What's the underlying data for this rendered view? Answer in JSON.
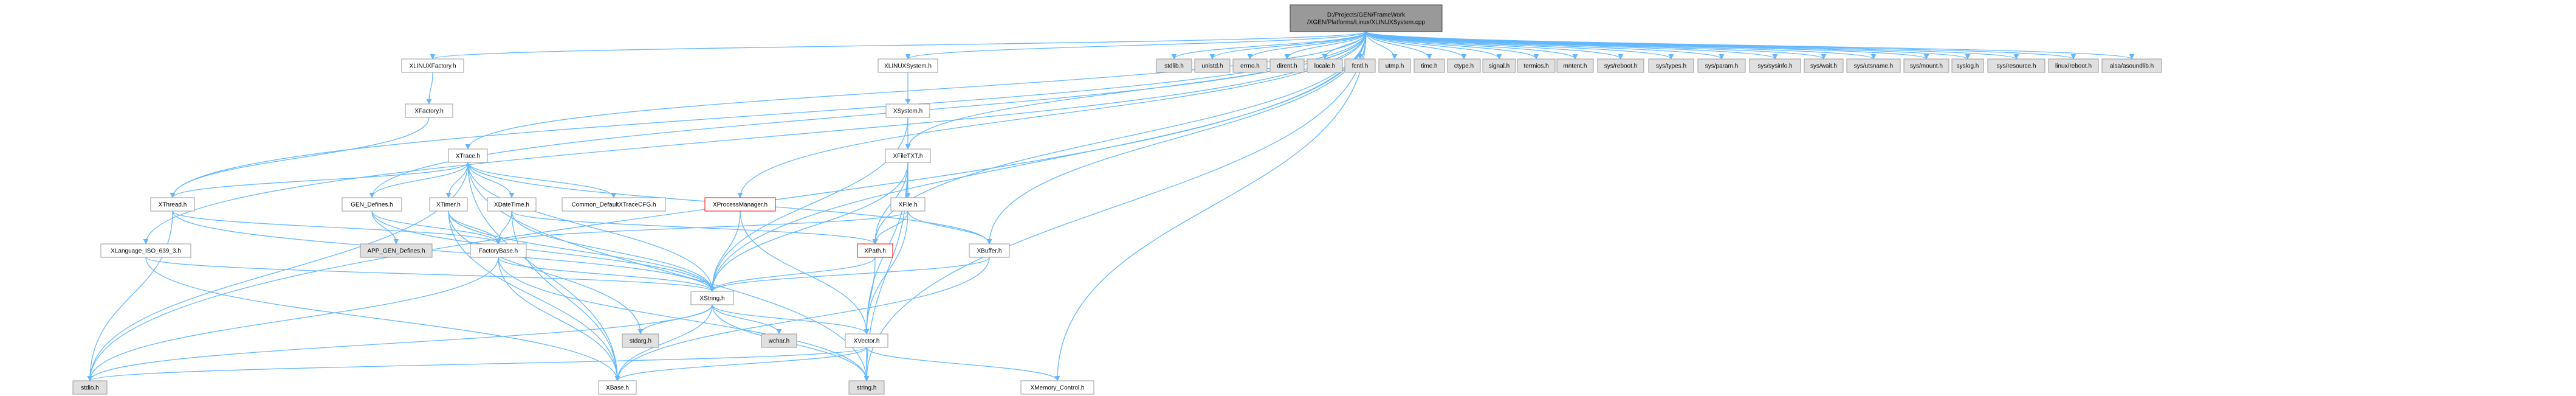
{
  "graph": {
    "root": "D:/Projects/GEN/FrameWork/XGEN/Platforms/Linux/XLINUXSystem.cpp",
    "colors": {
      "root_fill": "#999999",
      "system_fill": "#e0e0e0",
      "node_fill": "#ffffff",
      "node_border": "#999999",
      "missing_border": "#ff0000",
      "edge": "#63b8ff",
      "edge_dark": "#404040"
    },
    "nodes": [
      {
        "id": "root",
        "label": "D:/Projects/GEN/FrameWork\n/XGEN/Platforms/Linux/XLINUXSystem.cpp",
        "kind": "root"
      },
      {
        "id": "stdlib",
        "label": "stdlib.h",
        "kind": "system"
      },
      {
        "id": "unistd",
        "label": "unistd.h",
        "kind": "system"
      },
      {
        "id": "errno",
        "label": "errno.h",
        "kind": "system"
      },
      {
        "id": "dirent",
        "label": "dirent.h",
        "kind": "system"
      },
      {
        "id": "locale",
        "label": "locale.h",
        "kind": "system"
      },
      {
        "id": "fcntl",
        "label": "fcntl.h",
        "kind": "system"
      },
      {
        "id": "utmp",
        "label": "utmp.h",
        "kind": "system"
      },
      {
        "id": "time",
        "label": "time.h",
        "kind": "system"
      },
      {
        "id": "ctype",
        "label": "ctype.h",
        "kind": "system"
      },
      {
        "id": "signal",
        "label": "signal.h",
        "kind": "system"
      },
      {
        "id": "termios",
        "label": "termios.h",
        "kind": "system"
      },
      {
        "id": "mntent",
        "label": "mntent.h",
        "kind": "system"
      },
      {
        "id": "sysreboot",
        "label": "sys/reboot.h",
        "kind": "system"
      },
      {
        "id": "systypes",
        "label": "sys/types.h",
        "kind": "system"
      },
      {
        "id": "sysparam",
        "label": "sys/param.h",
        "kind": "system"
      },
      {
        "id": "syssysinfo",
        "label": "sys/sysinfo.h",
        "kind": "system"
      },
      {
        "id": "syswait",
        "label": "sys/wait.h",
        "kind": "system"
      },
      {
        "id": "sysutsname",
        "label": "sys/utsname.h",
        "kind": "system"
      },
      {
        "id": "sysmount",
        "label": "sys/mount.h",
        "kind": "system"
      },
      {
        "id": "syslog",
        "label": "syslog.h",
        "kind": "system"
      },
      {
        "id": "sysresource",
        "label": "sys/resource.h",
        "kind": "system"
      },
      {
        "id": "linuxreboot",
        "label": "linux/reboot.h",
        "kind": "system"
      },
      {
        "id": "alsa",
        "label": "alsa/asoundlib.h",
        "kind": "system"
      },
      {
        "id": "xlinuxfactory",
        "label": "XLINUXFactory.h",
        "kind": "node"
      },
      {
        "id": "xfactory",
        "label": "XFactory.h",
        "kind": "node"
      },
      {
        "id": "xlinuxsystem",
        "label": "XLINUXSystem.h",
        "kind": "node"
      },
      {
        "id": "xsystem",
        "label": "XSystem.h",
        "kind": "node"
      },
      {
        "id": "xtrace",
        "label": "XTrace.h",
        "kind": "node"
      },
      {
        "id": "xfiletxt",
        "label": "XFileTXT.h",
        "kind": "node"
      },
      {
        "id": "xthread",
        "label": "XThread.h",
        "kind": "node"
      },
      {
        "id": "gendefines",
        "label": "GEN_Defines.h",
        "kind": "node"
      },
      {
        "id": "xtimer",
        "label": "XTimer.h",
        "kind": "node"
      },
      {
        "id": "xdatetime",
        "label": "XDateTime.h",
        "kind": "node"
      },
      {
        "id": "commondefault",
        "label": "Common_DefaultXTraceCFG.h",
        "kind": "node"
      },
      {
        "id": "xprocessmanager",
        "label": "XProcessManager.h",
        "kind": "missing"
      },
      {
        "id": "xfile",
        "label": "XFile.h",
        "kind": "node"
      },
      {
        "id": "appgendefines",
        "label": "APP_GEN_Defines.h",
        "kind": "system"
      },
      {
        "id": "factorybase",
        "label": "FactoryBase.h",
        "kind": "node"
      },
      {
        "id": "xpath",
        "label": "XPath.h",
        "kind": "missing"
      },
      {
        "id": "xbuffer",
        "label": "XBuffer.h",
        "kind": "node"
      },
      {
        "id": "xlanguage",
        "label": "XLanguage_ISO_639_3.h",
        "kind": "node"
      },
      {
        "id": "xstring",
        "label": "XString.h",
        "kind": "node"
      },
      {
        "id": "stdarg",
        "label": "stdarg.h",
        "kind": "system"
      },
      {
        "id": "wchar",
        "label": "wchar.h",
        "kind": "system"
      },
      {
        "id": "xvector",
        "label": "XVector.h",
        "kind": "node"
      },
      {
        "id": "stdio",
        "label": "stdio.h",
        "kind": "system"
      },
      {
        "id": "xbase",
        "label": "XBase.h",
        "kind": "node"
      },
      {
        "id": "string",
        "label": "string.h",
        "kind": "system"
      },
      {
        "id": "xmemory",
        "label": "XMemory_Control.h",
        "kind": "node"
      }
    ],
    "edges": [
      [
        "root",
        "stdlib"
      ],
      [
        "root",
        "unistd"
      ],
      [
        "root",
        "errno"
      ],
      [
        "root",
        "dirent"
      ],
      [
        "root",
        "locale"
      ],
      [
        "root",
        "fcntl"
      ],
      [
        "root",
        "utmp"
      ],
      [
        "root",
        "time"
      ],
      [
        "root",
        "ctype"
      ],
      [
        "root",
        "signal"
      ],
      [
        "root",
        "termios"
      ],
      [
        "root",
        "mntent"
      ],
      [
        "root",
        "sysreboot"
      ],
      [
        "root",
        "systypes"
      ],
      [
        "root",
        "sysparam"
      ],
      [
        "root",
        "syssysinfo"
      ],
      [
        "root",
        "syswait"
      ],
      [
        "root",
        "sysutsname"
      ],
      [
        "root",
        "sysmount"
      ],
      [
        "root",
        "syslog"
      ],
      [
        "root",
        "sysresource"
      ],
      [
        "root",
        "linuxreboot"
      ],
      [
        "root",
        "alsa"
      ],
      [
        "root",
        "xlinuxfactory"
      ],
      [
        "root",
        "xlinuxsystem"
      ],
      [
        "root",
        "xtrace"
      ],
      [
        "root",
        "gendefines"
      ],
      [
        "root",
        "xfiletxt"
      ],
      [
        "root",
        "xprocessmanager"
      ],
      [
        "root",
        "xpath"
      ],
      [
        "root",
        "xbuffer"
      ],
      [
        "root",
        "xthread"
      ],
      [
        "root",
        "xlanguage"
      ],
      [
        "root",
        "xstring"
      ],
      [
        "root",
        "stdio"
      ],
      [
        "root",
        "string"
      ],
      [
        "root",
        "xmemory"
      ],
      [
        "xlinuxfactory",
        "xfactory"
      ],
      [
        "xfactory",
        "xthread"
      ],
      [
        "xlinuxsystem",
        "xsystem"
      ],
      [
        "xsystem",
        "xfiletxt"
      ],
      [
        "xsystem",
        "xstring"
      ],
      [
        "xtrace",
        "xthread"
      ],
      [
        "xtrace",
        "gendefines"
      ],
      [
        "xtrace",
        "xtimer"
      ],
      [
        "xtrace",
        "xdatetime"
      ],
      [
        "xtrace",
        "commondefault"
      ],
      [
        "xtrace",
        "xbuffer"
      ],
      [
        "xtrace",
        "xstring"
      ],
      [
        "xtrace",
        "xbase"
      ],
      [
        "xtrace",
        "stdio"
      ],
      [
        "xtrace",
        "string"
      ],
      [
        "xfiletxt",
        "xfile"
      ],
      [
        "xfiletxt",
        "xpath"
      ],
      [
        "xfiletxt",
        "xstring"
      ],
      [
        "xfiletxt",
        "xvector"
      ],
      [
        "xfiletxt",
        "string"
      ],
      [
        "xthread",
        "factorybase"
      ],
      [
        "xthread",
        "xstring"
      ],
      [
        "xthread",
        "stdio"
      ],
      [
        "gendefines",
        "appgendefines"
      ],
      [
        "gendefines",
        "factorybase"
      ],
      [
        "gendefines",
        "xstring"
      ],
      [
        "xtimer",
        "factorybase"
      ],
      [
        "xtimer",
        "xstring"
      ],
      [
        "xtimer",
        "xbase"
      ],
      [
        "xtimer",
        "stdarg"
      ],
      [
        "xdatetime",
        "factorybase"
      ],
      [
        "xdatetime",
        "xpath"
      ],
      [
        "xdatetime",
        "xstring"
      ],
      [
        "xdatetime",
        "xbase"
      ],
      [
        "xprocessmanager",
        "xstring"
      ],
      [
        "xprocessmanager",
        "xvector"
      ],
      [
        "xfile",
        "factorybase"
      ],
      [
        "xfile",
        "xpath"
      ],
      [
        "xfile",
        "xbuffer"
      ],
      [
        "xfile",
        "xvector"
      ],
      [
        "factorybase",
        "xstring"
      ],
      [
        "factorybase",
        "stdio"
      ],
      [
        "factorybase",
        "xbase"
      ],
      [
        "factorybase",
        "string"
      ],
      [
        "xpath",
        "xstring"
      ],
      [
        "xpath",
        "xvector"
      ],
      [
        "xbuffer",
        "xstring"
      ],
      [
        "xbuffer",
        "xbase"
      ],
      [
        "xlanguage",
        "xstring"
      ],
      [
        "xlanguage",
        "xbase"
      ],
      [
        "xstring",
        "stdarg"
      ],
      [
        "xstring",
        "wchar"
      ],
      [
        "xstring",
        "xvector"
      ],
      [
        "xstring",
        "xbase"
      ],
      [
        "xstring",
        "string"
      ],
      [
        "xstring",
        "stdio"
      ],
      [
        "xvector",
        "xbase"
      ],
      [
        "xvector",
        "string"
      ],
      [
        "xvector",
        "xmemory"
      ],
      [
        "xvector",
        "stdio"
      ]
    ]
  }
}
